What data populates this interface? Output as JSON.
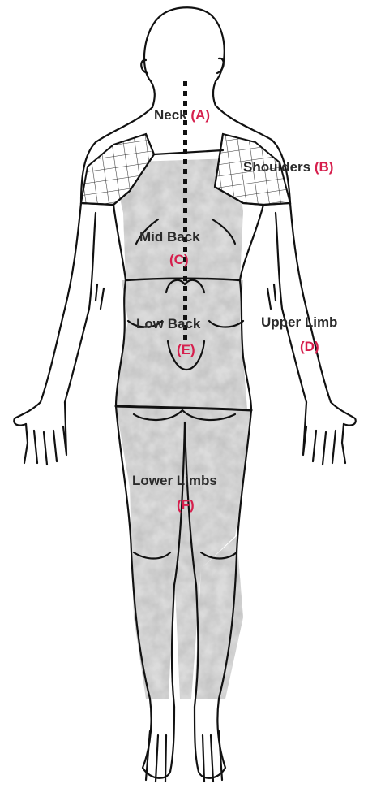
{
  "regions": [
    {
      "id": "neck",
      "name": "Neck",
      "code": "(A)"
    },
    {
      "id": "shoulders",
      "name": "Shoulders",
      "code": "(B)"
    },
    {
      "id": "mid-back",
      "name": "Mid Back",
      "code": "(C)"
    },
    {
      "id": "upper-limb",
      "name": "Upper Limb",
      "code": "(D)"
    },
    {
      "id": "low-back",
      "name": "Low Back",
      "code": "(E)"
    },
    {
      "id": "lower-limbs",
      "name": "Lower Limbs",
      "code": "(F)"
    }
  ],
  "colors": {
    "outline": "#111111",
    "label_text": "#2a2a2a",
    "code_text": "#d61f4d",
    "shading": "#cfcfcf"
  }
}
